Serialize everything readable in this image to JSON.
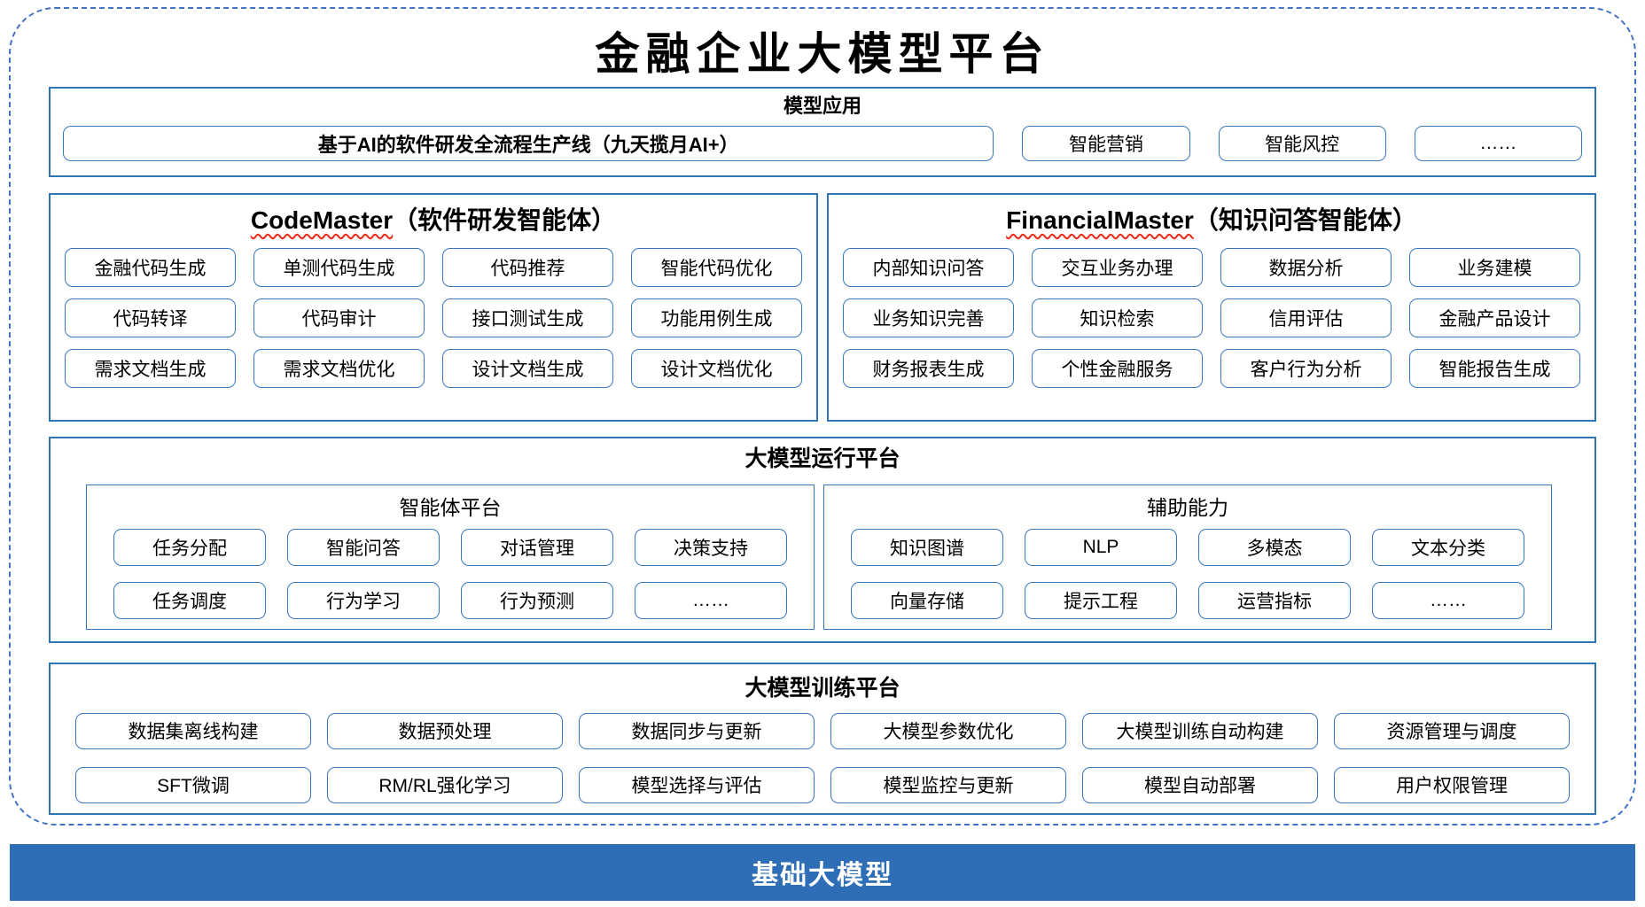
{
  "title": "金融企业大模型平台",
  "colors": {
    "dashed_border": "#4472C4",
    "section_border": "#2E75B6",
    "item_border": "#3778BE",
    "base_bar_fill": "#2E6EB6",
    "base_bar_text": "#FFFFFF",
    "squiggle_red": "#EF2917",
    "text": "#000000"
  },
  "model_app": {
    "header": "模型应用",
    "main_item": "基于AI的软件研发全流程生产线（九天揽月AI+）",
    "items": [
      "智能营销",
      "智能风控",
      "……"
    ]
  },
  "codemaster": {
    "title_en": "CodeMaster",
    "title_cn": "（软件研发智能体）",
    "items": [
      "金融代码生成",
      "单测代码生成",
      "代码推荐",
      "智能代码优化",
      "代码转译",
      "代码审计",
      "接口测试生成",
      "功能用例生成",
      "需求文档生成",
      "需求文档优化",
      "设计文档生成",
      "设计文档优化"
    ]
  },
  "financialmaster": {
    "title_en": "FinancialMaster",
    "title_cn": "（知识问答智能体）",
    "items": [
      "内部知识问答",
      "交互业务办理",
      "数据分析",
      "业务建模",
      "业务知识完善",
      "知识检索",
      "信用评估",
      "金融产品设计",
      "财务报表生成",
      "个性金融服务",
      "客户行为分析",
      "智能报告生成"
    ]
  },
  "runtime": {
    "header": "大模型运行平台",
    "agent_platform": {
      "title": "智能体平台",
      "items": [
        "任务分配",
        "智能问答",
        "对话管理",
        "决策支持",
        "任务调度",
        "行为学习",
        "行为预测",
        "……"
      ]
    },
    "aux_ability": {
      "title": "辅助能力",
      "items": [
        "知识图谱",
        "NLP",
        "多模态",
        "文本分类",
        "向量存储",
        "提示工程",
        "运营指标",
        "……"
      ]
    }
  },
  "training": {
    "header": "大模型训练平台",
    "items": [
      "数据集离线构建",
      "数据预处理",
      "数据同步与更新",
      "大模型参数优化",
      "大模型训练自动构建",
      "资源管理与调度",
      "SFT微调",
      "RM/RL强化学习",
      "模型选择与评估",
      "模型监控与更新",
      "模型自动部署",
      "用户权限管理"
    ]
  },
  "base_bar": {
    "label": "基础大模型"
  }
}
